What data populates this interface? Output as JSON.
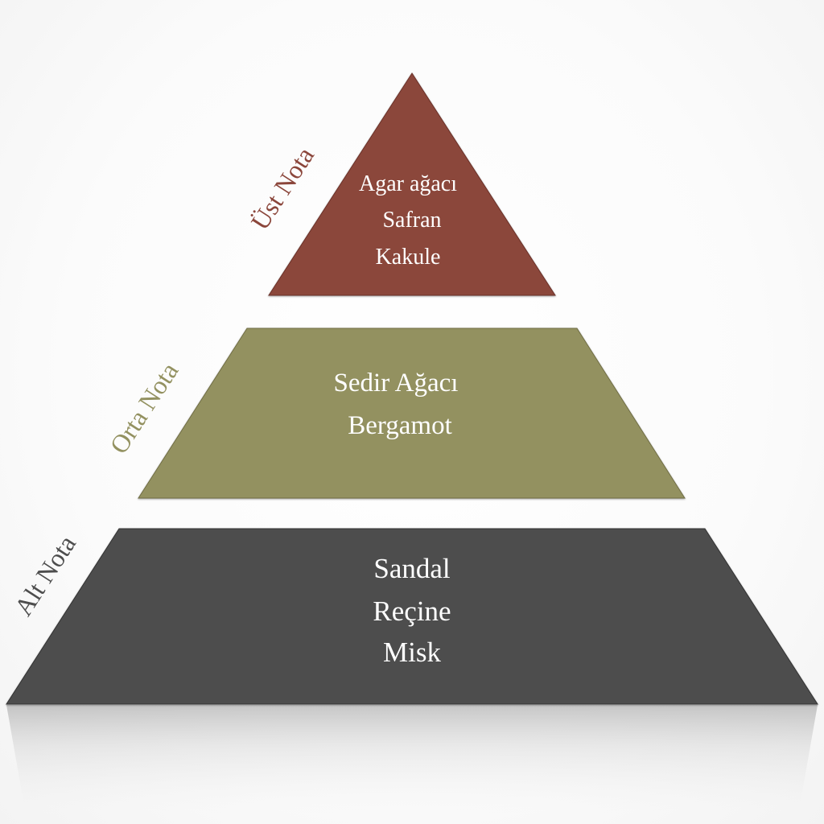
{
  "tiers": [
    {
      "label": "Üst Nota",
      "items": [
        "Agar ağacı",
        "Safran",
        "Kakule"
      ],
      "color": "#8b463b",
      "label_color": "#8b463b"
    },
    {
      "label": "Orta Nota",
      "items": [
        "Sedir Ağacı",
        "Bergamot"
      ],
      "color": "#939160",
      "label_color": "#939160"
    },
    {
      "label": "Alt Nota",
      "items": [
        "Sandal",
        "Reçine",
        "Misk"
      ],
      "color": "#4d4d4d",
      "label_color": "#4d4d4d"
    }
  ]
}
